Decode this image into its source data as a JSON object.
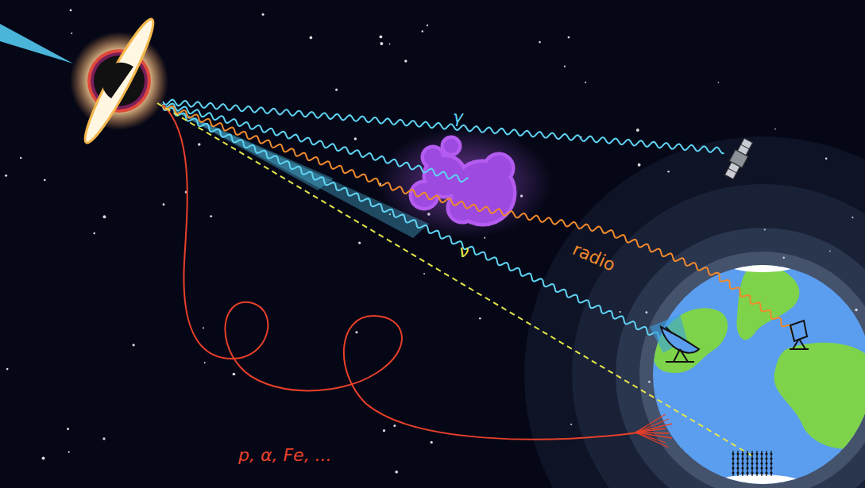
{
  "diagram": {
    "labels": [
      "γ",
      "radio",
      "ν",
      "p, α, Fe, ..."
    ]
  }
}
